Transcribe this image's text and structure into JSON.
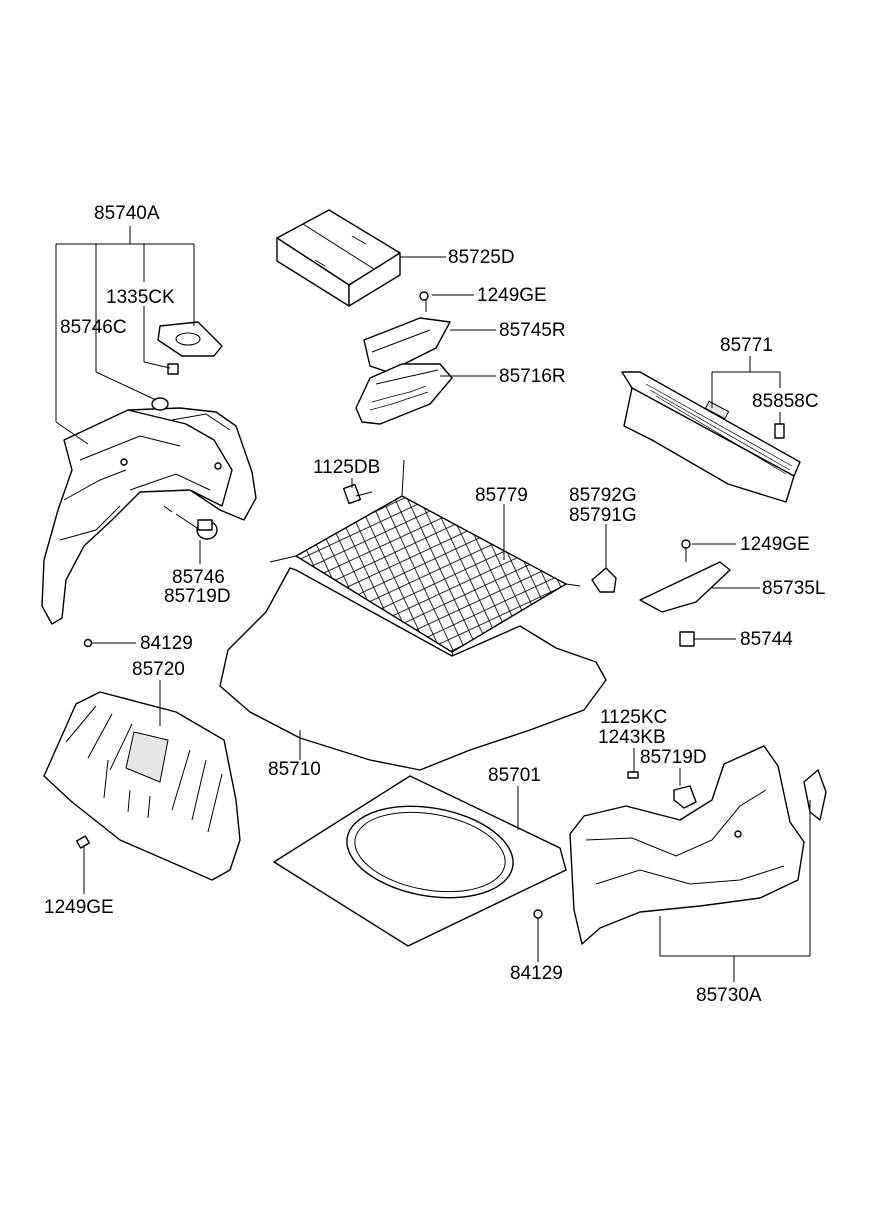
{
  "labels": {
    "p85740A": "85740A",
    "p1335CK": "1335CK",
    "p85746C": "85746C",
    "p85725D": "85725D",
    "p1249GE_a": "1249GE",
    "p85745R": "85745R",
    "p85716R": "85716R",
    "p85771": "85771",
    "p85858C": "85858C",
    "p1125DB": "1125DB",
    "p85779": "85779",
    "p85792G": "85792G",
    "p85791G": "85791G",
    "p85746": "85746",
    "p85719D_a": "85719D",
    "p1249GE_b": "1249GE",
    "p85735L": "85735L",
    "p84129_a": "84129",
    "p85744": "85744",
    "p85720": "85720",
    "p1125KC": "1125KC",
    "p1243KB": "1243KB",
    "p85719D_b": "85719D",
    "p85710": "85710",
    "p85701": "85701",
    "p1249GE_c": "1249GE",
    "p84129_b": "84129",
    "p85730A": "85730A"
  }
}
